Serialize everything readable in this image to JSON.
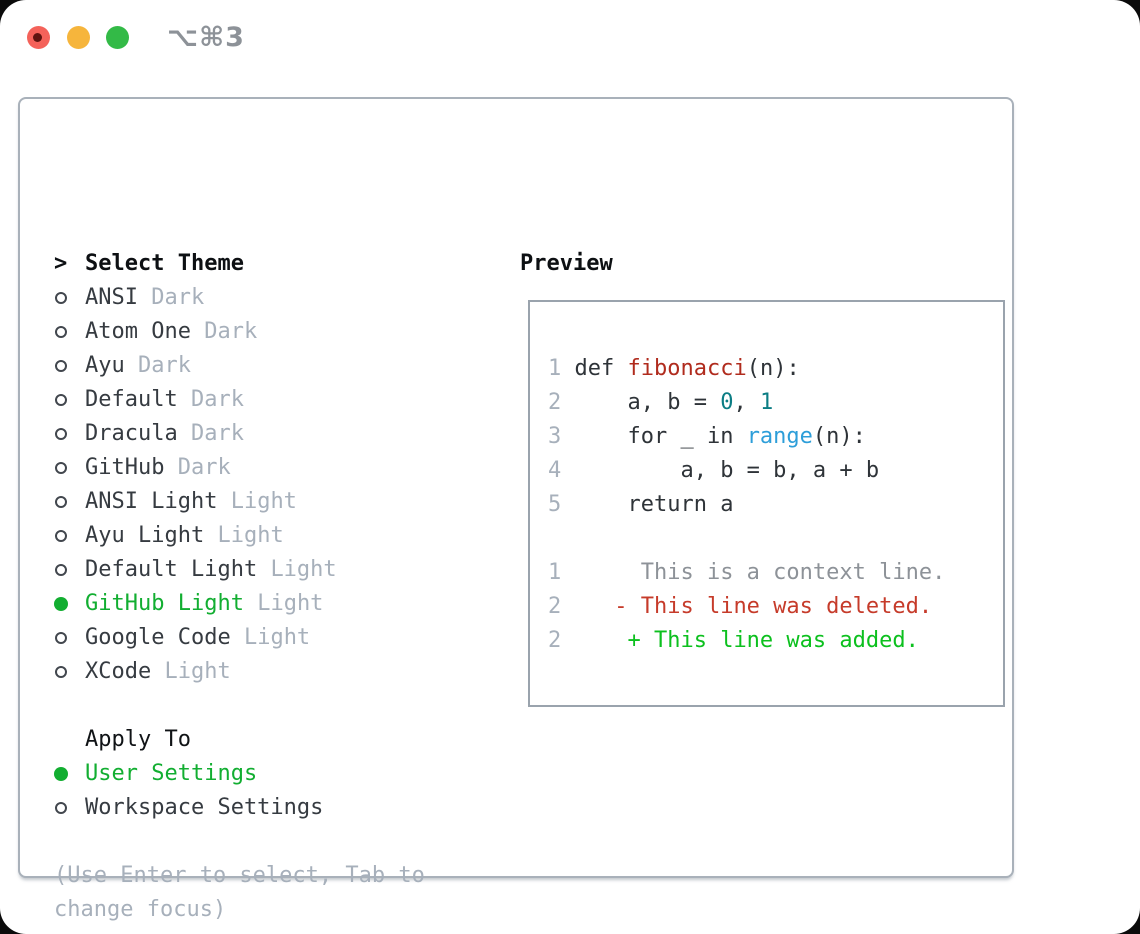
{
  "window": {
    "shortcut_label": "⌥⌘3"
  },
  "colors": {
    "selected_green": "#12ae31",
    "added_green": "#0cc01e",
    "deleted_red": "#c63b2a",
    "function_red": "#b02b1d",
    "number_teal": "#0b7d84",
    "keyword_blue": "#2d9ed9",
    "muted_gray": "#a7b0bb",
    "traffic_red": "#f4625a",
    "traffic_yellow": "#f6b53c",
    "traffic_green": "#33ba47"
  },
  "left_panel": {
    "header": {
      "prompt": ">",
      "label": "Select Theme"
    },
    "themes": [
      {
        "name": "ANSI",
        "variant": "Dark",
        "selected": false
      },
      {
        "name": "Atom One",
        "variant": "Dark",
        "selected": false
      },
      {
        "name": "Ayu",
        "variant": "Dark",
        "selected": false
      },
      {
        "name": "Default",
        "variant": "Dark",
        "selected": false
      },
      {
        "name": "Dracula",
        "variant": "Dark",
        "selected": false
      },
      {
        "name": "GitHub",
        "variant": "Dark",
        "selected": false
      },
      {
        "name": "ANSI Light",
        "variant": "Light",
        "selected": false
      },
      {
        "name": "Ayu Light",
        "variant": "Light",
        "selected": false
      },
      {
        "name": "Default Light",
        "variant": "Light",
        "selected": false
      },
      {
        "name": "GitHub Light",
        "variant": "Light",
        "selected": true
      },
      {
        "name": "Google Code",
        "variant": "Light",
        "selected": false
      },
      {
        "name": "XCode",
        "variant": "Light",
        "selected": false
      }
    ],
    "apply_to": {
      "header": "Apply To",
      "options": [
        {
          "name": "User Settings",
          "selected": true
        },
        {
          "name": "Workspace Settings",
          "selected": false
        }
      ]
    },
    "hint_lines": [
      "(Use Enter to select, Tab to",
      "change focus)"
    ]
  },
  "preview": {
    "header": "Preview",
    "lines": [
      [
        {
          "t": "1 ",
          "c": "ln"
        },
        {
          "t": "def ",
          "c": "code"
        },
        {
          "t": "fibonacci",
          "c": "fn"
        },
        {
          "t": "(n):",
          "c": "code"
        }
      ],
      [
        {
          "t": "2 ",
          "c": "ln"
        },
        {
          "t": "    a, b = ",
          "c": "code"
        },
        {
          "t": "0",
          "c": "num"
        },
        {
          "t": ", ",
          "c": "code"
        },
        {
          "t": "1",
          "c": "num"
        }
      ],
      [
        {
          "t": "3 ",
          "c": "ln"
        },
        {
          "t": "    for _ in ",
          "c": "code"
        },
        {
          "t": "range",
          "c": "kw"
        },
        {
          "t": "(n):",
          "c": "code"
        }
      ],
      [
        {
          "t": "4 ",
          "c": "ln"
        },
        {
          "t": "        a, b = b, a + b",
          "c": "code"
        }
      ],
      [
        {
          "t": "5 ",
          "c": "ln"
        },
        {
          "t": "    return a",
          "c": "code"
        }
      ],
      [],
      [
        {
          "t": "1 ",
          "c": "ln"
        },
        {
          "t": "     This is a context line.",
          "c": "ctx"
        }
      ],
      [
        {
          "t": "2 ",
          "c": "ln"
        },
        {
          "t": "   - This line was deleted.",
          "c": "del"
        }
      ],
      [
        {
          "t": "2 ",
          "c": "ln"
        },
        {
          "t": "    + This line was added.",
          "c": "add"
        }
      ]
    ]
  }
}
